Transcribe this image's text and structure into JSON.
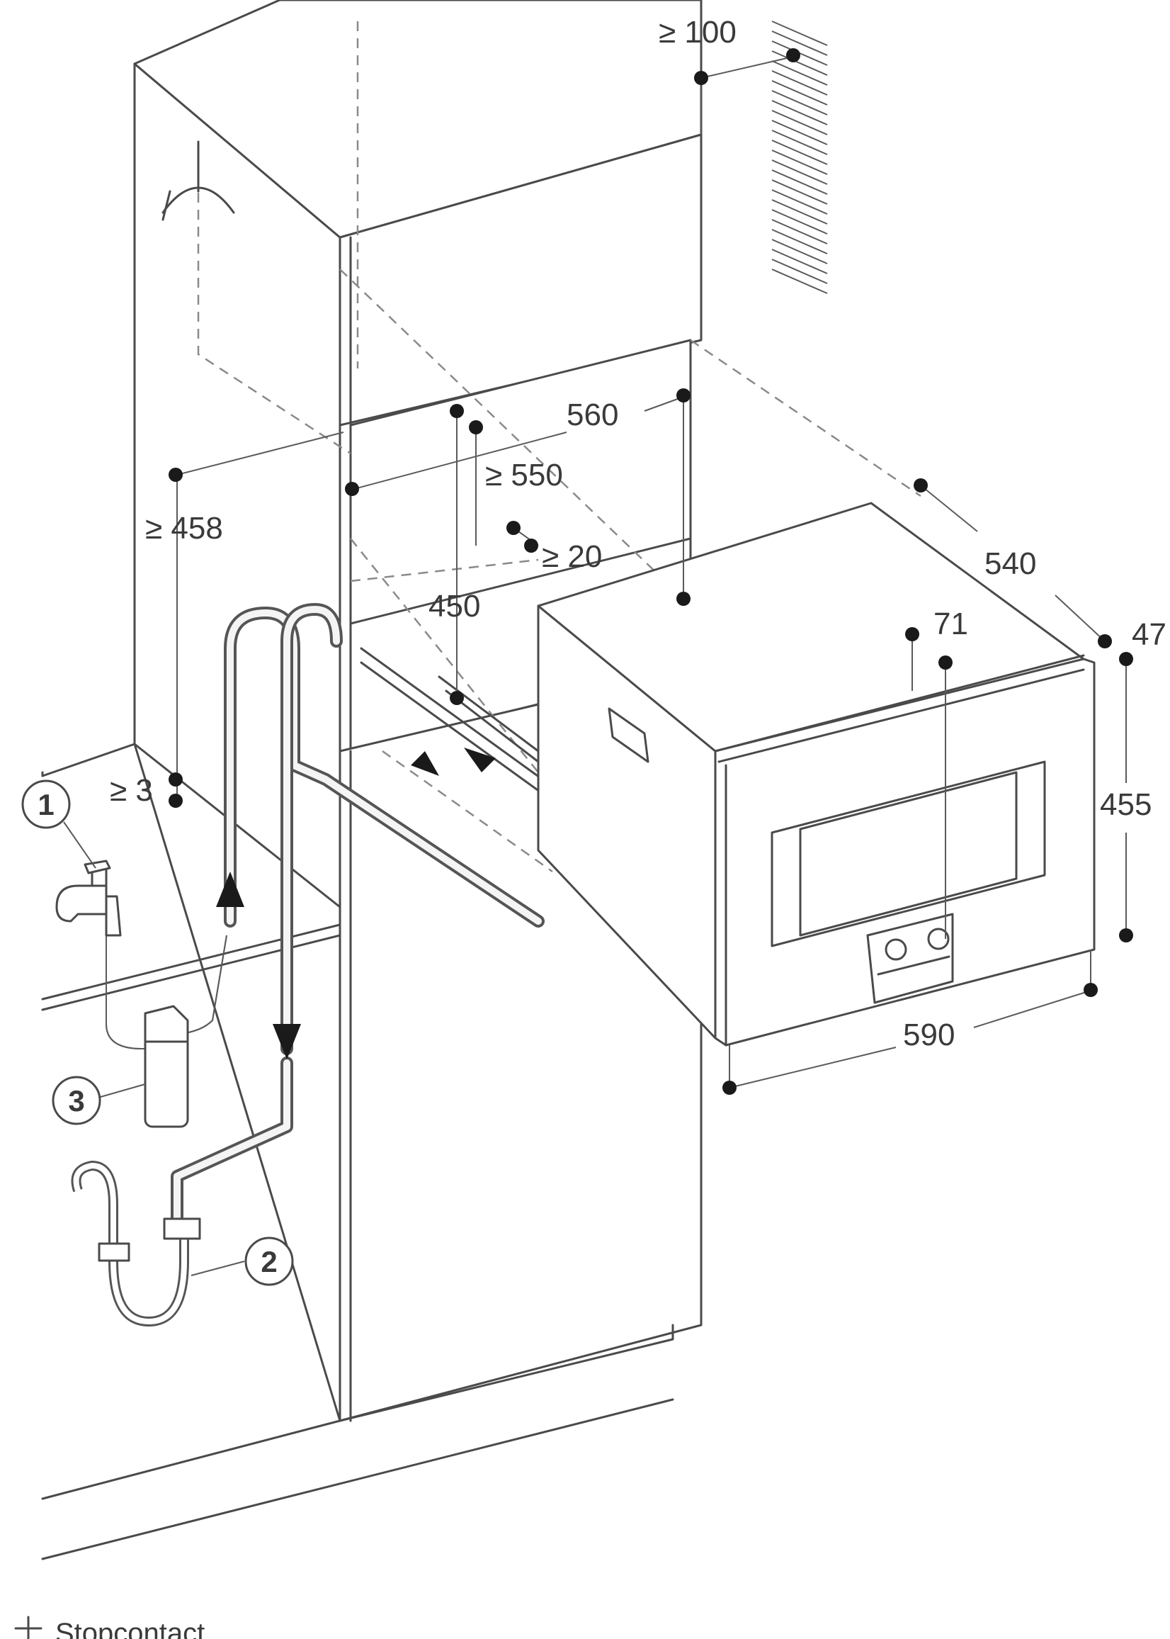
{
  "dimensions": {
    "top_clearance": "≥ 100",
    "niche_width": "560",
    "niche_depth": "≥ 550",
    "gap_top": "≥ 20",
    "side_height": "≥ 458",
    "niche_height": "450",
    "bottom_gap": "≥ 3",
    "device_depth": "540",
    "front_offset": "47",
    "panel_offset": "71",
    "device_height": "455",
    "device_width": "590"
  },
  "callouts": [
    "1",
    "3",
    "2"
  ],
  "legend": {
    "icon": "plug-earth-icon",
    "label": "Stopcontact"
  },
  "colors": {
    "line": "#4a4a4a",
    "dot": "#1a1a1a",
    "background": "#ffffff"
  }
}
